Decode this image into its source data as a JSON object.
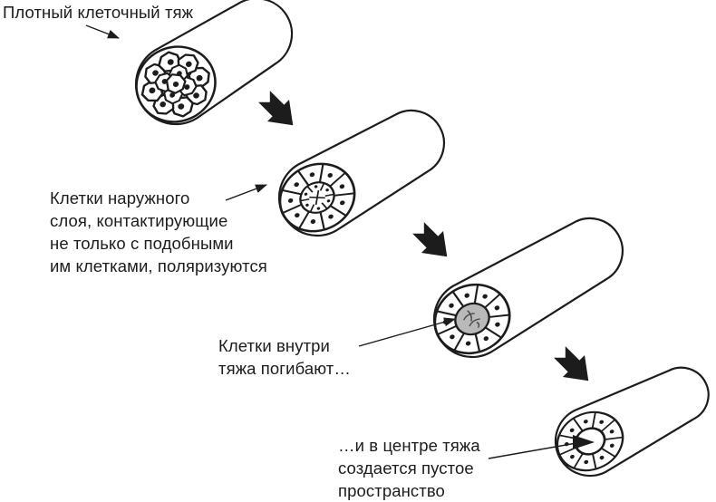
{
  "figure": {
    "type": "biology-process-diagram",
    "subject": "lumen formation in a cell cord",
    "language": "ru",
    "stage_count": 4,
    "stage_labels": {
      "s1": "Плотный клеточный тяж",
      "s2": "Клетки наружного\nслоя, контактирующие\nне только с подобными\nим клетками, поляризуются",
      "s3": "Клетки внутри\nтяжа погибают…",
      "s4": "…и в центре тяжа\nсоздается пустое\nпространство"
    },
    "icons": {
      "step_arrow": "solid black arrow pointing down-right between stages",
      "leader_arrow": "thin line arrow from label to drawing"
    },
    "colors": {
      "ink": "#1c1c1c",
      "dying_cells_fill": "#b9b9b9",
      "background": "#ffffff"
    }
  }
}
